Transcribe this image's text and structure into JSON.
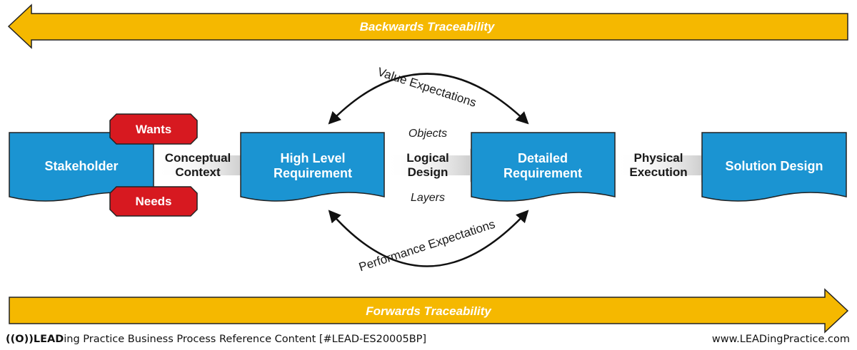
{
  "colors": {
    "arrow_fill": "#f5b800",
    "doc_fill": "#1b94d2",
    "tag_fill": "#d71920",
    "flow_arrow": "#c8c8c8",
    "curve": "#111111"
  },
  "backwards_arrow": {
    "label": "Backwards Traceability"
  },
  "forwards_arrow": {
    "label": "Forwards Traceability"
  },
  "stakeholder": {
    "label": "Stakeholder"
  },
  "tags": {
    "wants": "Wants",
    "needs": "Needs"
  },
  "conceptual_context": {
    "line1": "Conceptual",
    "line2": "Context"
  },
  "high_level_requirement": {
    "line1": "High Level",
    "line2": "Requirement"
  },
  "logical_design": {
    "top": "Objects",
    "line1": "Logical",
    "line2": "Design",
    "bottom": "Layers"
  },
  "detailed_requirement": {
    "line1": "Detailed",
    "line2": "Requirement"
  },
  "physical_execution": {
    "line1": "Physical",
    "line2": "Execution"
  },
  "solution_design": {
    "label": "Solution Design"
  },
  "value_expectations": {
    "label": "Value Expectations"
  },
  "performance_expectations": {
    "label": "Performance Expectations"
  },
  "footer": {
    "logo": "((O))LEAD",
    "left": "ing Practice Business Process Reference Content [#LEAD-ES20005BP]",
    "right": "www.LEADingPractice.com"
  }
}
